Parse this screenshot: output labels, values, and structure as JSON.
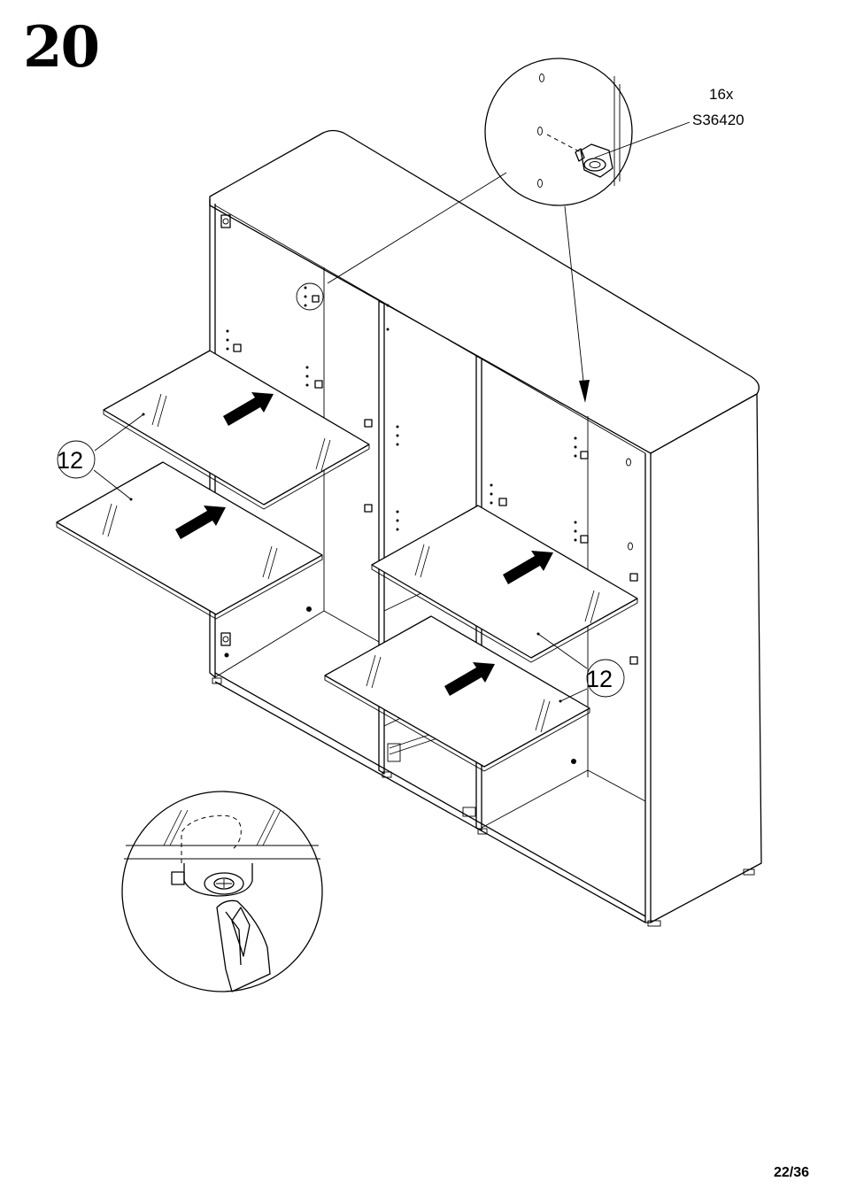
{
  "step": {
    "number": "20"
  },
  "hardware": {
    "quantity": "16x",
    "part_code": "S36420"
  },
  "callouts": [
    {
      "label": "12"
    },
    {
      "label": "12"
    }
  ],
  "footer": {
    "page": "22/36"
  }
}
